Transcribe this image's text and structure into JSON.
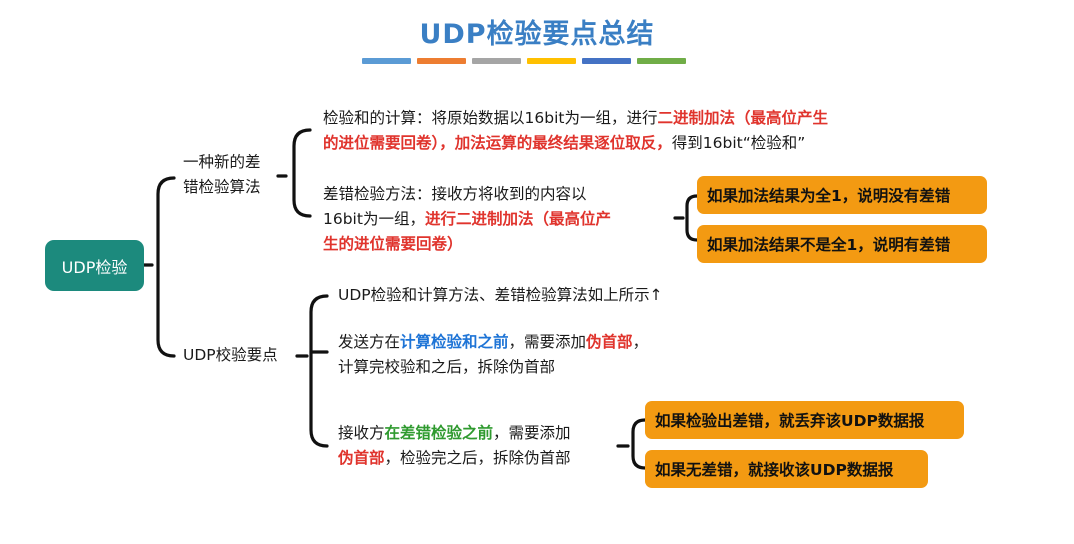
{
  "title": "UDP检验要点总结",
  "title_bar_colors": [
    "#5b9bd5",
    "#ed7d31",
    "#a5a5a5",
    "#ffc000",
    "#4472c4",
    "#70ad47"
  ],
  "root": "UDP检验",
  "branch1": {
    "label_line1": "一种新的差",
    "label_line2": "错检验算法",
    "checksum": {
      "l1_a": "检验和的计算：将原始数据以16bit为一组，进行",
      "l1_b": "二进制加法（最高位产生",
      "l2_a": "的进位需要回卷），加法运算的最终结果逐位取反，",
      "l2_b": "得到16bit“检验和”"
    },
    "detect": {
      "l1": "差错检验方法：接收方将收到的内容以",
      "l2_a": "16bit为一组，",
      "l2_b": "进行二进制加法（最高位产",
      "l3": "生的进位需要回卷）"
    },
    "result_all_ones": "如果加法结果为全1，说明没有差错",
    "result_not_all_ones": "如果加法结果不是全1，说明有差错"
  },
  "branch2": {
    "label": "UDP校验要点",
    "item1": "UDP检验和计算方法、差错检验算法如上所示↑",
    "item2": {
      "a": "发送方在",
      "b": "计算检验和之前",
      "c": "，需要添加",
      "d": "伪首部",
      "e": "，",
      "l2": "计算完校验和之后，拆除伪首部"
    },
    "item3": {
      "a": "接收方",
      "b": "在差错检验之前",
      "c": "，需要添加",
      "d": "伪首部",
      "e": "，检验完之后，拆除伪首部"
    },
    "result_error": "如果检验出差错，就丢弃该UDP数据报",
    "result_ok": "如果无差错，就接收该UDP数据报"
  }
}
